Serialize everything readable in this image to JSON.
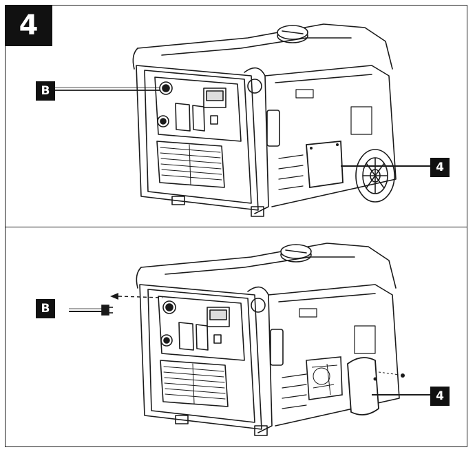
{
  "figure": {
    "number": "4"
  },
  "panels": [
    {
      "callouts": {
        "left": "B",
        "right": "4"
      }
    },
    {
      "callouts": {
        "left": "B",
        "right": "4"
      }
    }
  ]
}
